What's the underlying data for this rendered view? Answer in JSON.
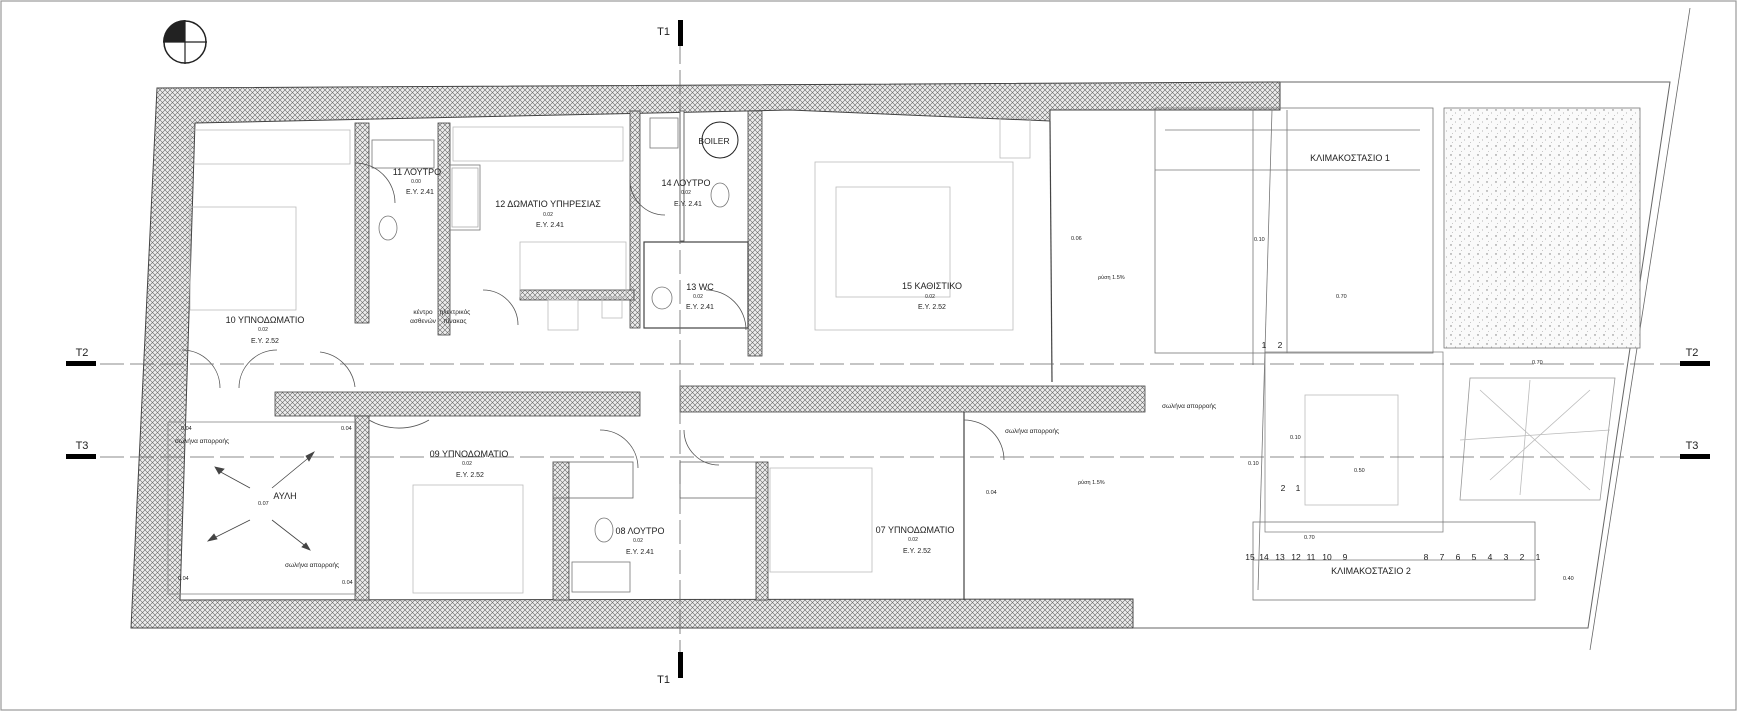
{
  "sections": {
    "t1": "T1",
    "t2": "T2",
    "t3": "T3"
  },
  "equipment": {
    "boiler": "BOILER"
  },
  "rooms": [
    {
      "id": "r11",
      "name": "11 ΛΟΥΤΡΟ",
      "level": "0.00",
      "height": "Ε.Υ. 2.41"
    },
    {
      "id": "r12",
      "name": "12 ΔΩΜΑΤΙΟ ΥΠΗΡΕΣΙΑΣ",
      "level": "0.02",
      "height": "Ε.Υ. 2.41"
    },
    {
      "id": "r14",
      "name": "14 ΛΟΥΤΡΟ",
      "level": "0.02",
      "height": "Ε.Υ. 2.41"
    },
    {
      "id": "r13",
      "name": "13 WC",
      "level": "0.02",
      "height": "Ε.Υ. 2.41"
    },
    {
      "id": "r15",
      "name": "15 ΚΑΘΙΣΤΙΚΟ",
      "level": "0.02",
      "height": "Ε.Υ. 2.52"
    },
    {
      "id": "r10",
      "name": "10 ΥΠΝΟΔΩΜΑΤΙΟ",
      "level": "0.02",
      "height": "Ε.Υ. 2.52"
    },
    {
      "id": "r09",
      "name": "09 ΥΠΝΟΔΩΜΑΤΙΟ",
      "level": "0.02",
      "height": "Ε.Υ. 2.52"
    },
    {
      "id": "r08",
      "name": "08 ΛΟΥΤΡΟ",
      "level": "0.02",
      "height": "Ε.Υ. 2.41"
    },
    {
      "id": "r07",
      "name": "07 ΥΠΝΟΔΩΜΑΤΙΟ",
      "level": "0.02",
      "height": "Ε.Υ. 2.52"
    }
  ],
  "spaces": {
    "avli": "ΑΥΛΗ",
    "stair1": "ΚΛΙΜΑΚΟΣΤΑΣΙΟ 1",
    "stair2": "ΚΛΙΜΑΚΟΣΤΑΣΙΟ 2"
  },
  "notes": {
    "kentro": "κέντρο",
    "asthenon": "ασθενών",
    "ilektrikos": "ηλεκτρικός",
    "pinakas": "πίνακας",
    "drain": "σωλήνα απορροής",
    "slope": "ρύση 1.5%"
  },
  "levels": {
    "l1": "0.04",
    "l2": "0.04",
    "l3": "0.07",
    "l4": "0.04",
    "l5": "0.04",
    "l6": "0.06",
    "l7": "0.10",
    "l8": "0.70",
    "l9": "0.70",
    "l10": "0.10",
    "l11": "0.50",
    "l12": "0.10",
    "l13": "0.70",
    "l14": "0.40",
    "l15": "0.04"
  },
  "stair1_numbers": [
    "1",
    "2"
  ],
  "stair1_lower": [
    "2",
    "1"
  ],
  "stair2_numbers": [
    "15",
    "14",
    "13",
    "12",
    "11",
    "10",
    "9",
    "8",
    "7",
    "6",
    "5",
    "4",
    "3",
    "2",
    "1"
  ]
}
